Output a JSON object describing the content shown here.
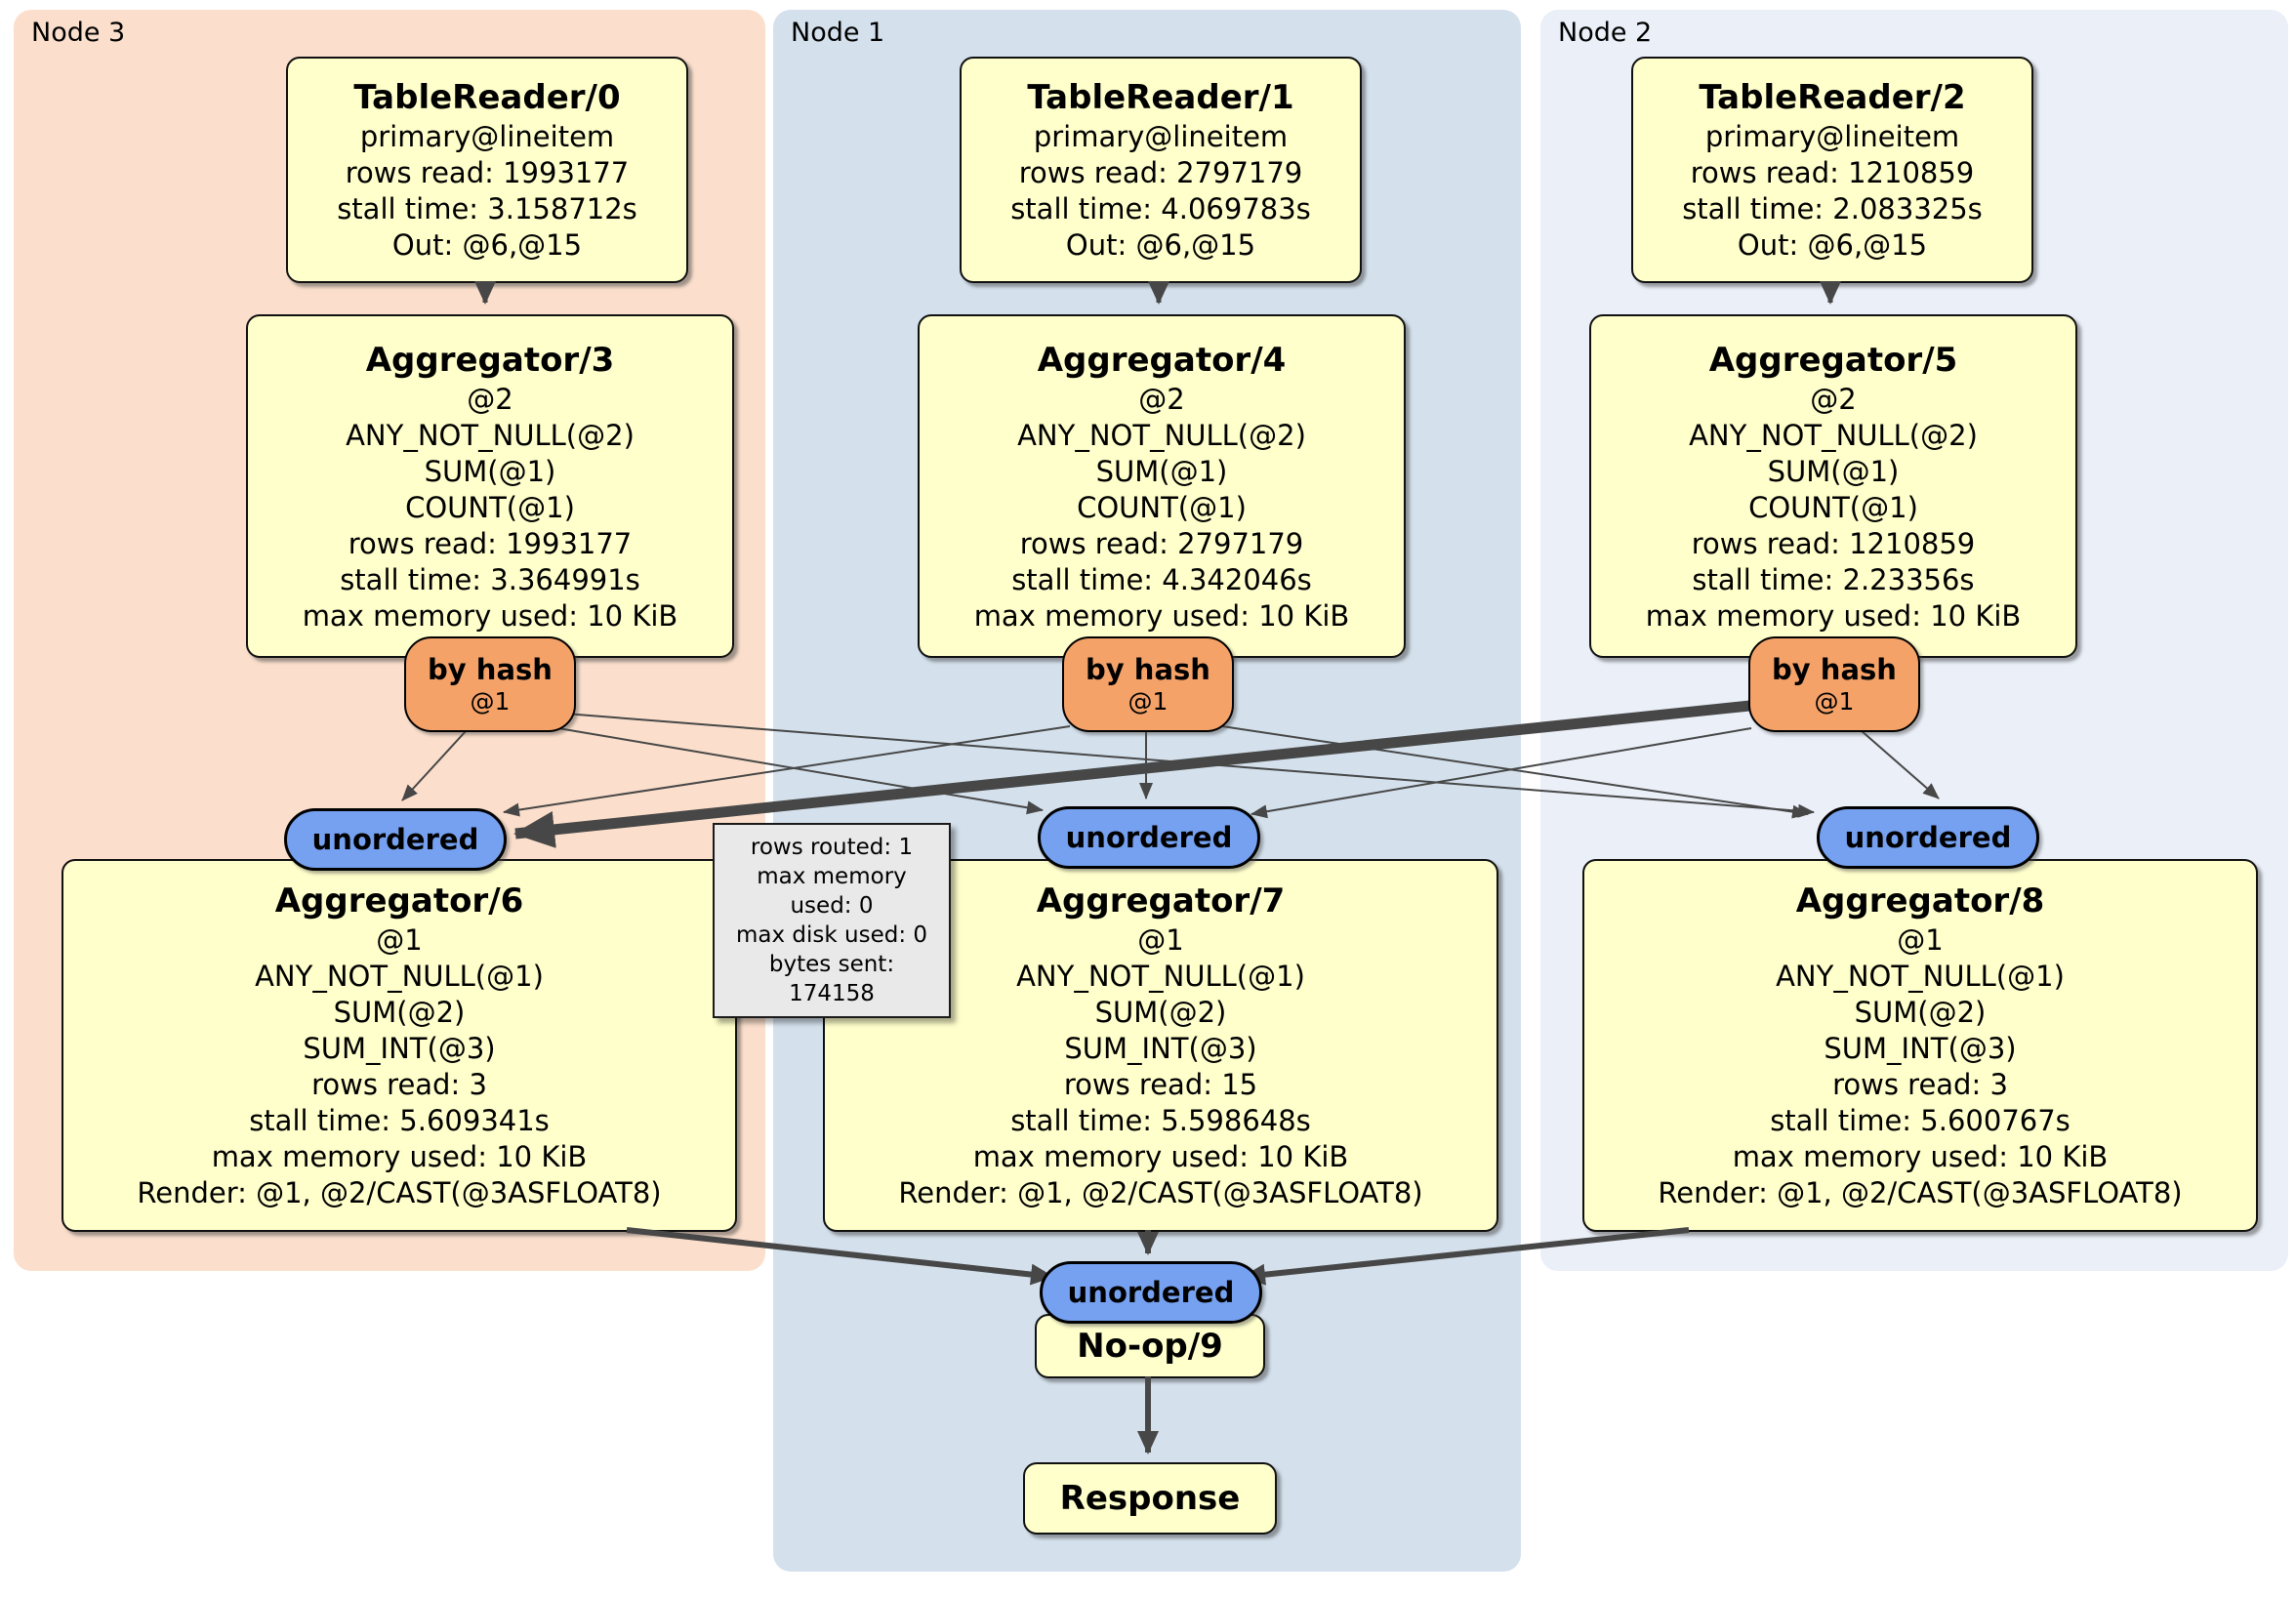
{
  "diagram": {
    "kind": "distsql-plan"
  },
  "regions": [
    {
      "id": "node3",
      "label": "Node 3",
      "bg": "#fbdfcc"
    },
    {
      "id": "node1",
      "label": "Node 1",
      "bg": "#d4e1ed"
    },
    {
      "id": "node2",
      "label": "Node 2",
      "bg": "#eaeff8"
    }
  ],
  "processors": {
    "tr0": {
      "title": "TableReader/0",
      "lines": [
        "primary@lineitem",
        "rows read: 1993177",
        "stall time: 3.158712s",
        "Out: @6,@15"
      ]
    },
    "tr1": {
      "title": "TableReader/1",
      "lines": [
        "primary@lineitem",
        "rows read: 2797179",
        "stall time: 4.069783s",
        "Out: @6,@15"
      ]
    },
    "tr2": {
      "title": "TableReader/2",
      "lines": [
        "primary@lineitem",
        "rows read: 1210859",
        "stall time: 2.083325s",
        "Out: @6,@15"
      ]
    },
    "agg3": {
      "title": "Aggregator/3",
      "lines": [
        "@2",
        "ANY_NOT_NULL(@2)",
        "SUM(@1)",
        "COUNT(@1)",
        "rows read: 1993177",
        "stall time: 3.364991s",
        "max memory used: 10 KiB"
      ]
    },
    "agg4": {
      "title": "Aggregator/4",
      "lines": [
        "@2",
        "ANY_NOT_NULL(@2)",
        "SUM(@1)",
        "COUNT(@1)",
        "rows read: 2797179",
        "stall time: 4.342046s",
        "max memory used: 10 KiB"
      ]
    },
    "agg5": {
      "title": "Aggregator/5",
      "lines": [
        "@2",
        "ANY_NOT_NULL(@2)",
        "SUM(@1)",
        "COUNT(@1)",
        "rows read: 1210859",
        "stall time: 2.23356s",
        "max memory used: 10 KiB"
      ]
    },
    "agg6": {
      "title": "Aggregator/6",
      "lines": [
        "@1",
        "ANY_NOT_NULL(@1)",
        "SUM(@2)",
        "SUM_INT(@3)",
        "rows read: 3",
        "stall time: 5.609341s",
        "max memory used: 10 KiB",
        "Render: @1, @2/CAST(@3ASFLOAT8)"
      ]
    },
    "agg7": {
      "title": "Aggregator/7",
      "lines": [
        "@1",
        "ANY_NOT_NULL(@1)",
        "SUM(@2)",
        "SUM_INT(@3)",
        "rows read: 15",
        "stall time: 5.598648s",
        "max memory used: 10 KiB",
        "Render: @1, @2/CAST(@3ASFLOAT8)"
      ]
    },
    "agg8": {
      "title": "Aggregator/8",
      "lines": [
        "@1",
        "ANY_NOT_NULL(@1)",
        "SUM(@2)",
        "SUM_INT(@3)",
        "rows read: 3",
        "stall time: 5.600767s",
        "max memory used: 10 KiB",
        "Render: @1, @2/CAST(@3ASFLOAT8)"
      ]
    },
    "noop": {
      "title": "No-op/9",
      "lines": []
    },
    "response": {
      "title": "Response",
      "lines": []
    }
  },
  "router": {
    "label": "by hash",
    "key": "@1"
  },
  "sync": {
    "label": "unordered"
  },
  "tooltip": {
    "lines": [
      "rows routed: 1",
      "max memory used: 0",
      "max disk used: 0",
      "bytes sent: 174158"
    ]
  },
  "colors": {
    "processor_box": "#ffffcc",
    "router": "#f5a269",
    "sync": "#75a1f0",
    "edge": "#474747",
    "node3_bg": "#fbdfcc",
    "node1_bg": "#d4e1ed",
    "node2_bg": "#eaeff8",
    "tooltip_bg": "#e9e9e9"
  }
}
